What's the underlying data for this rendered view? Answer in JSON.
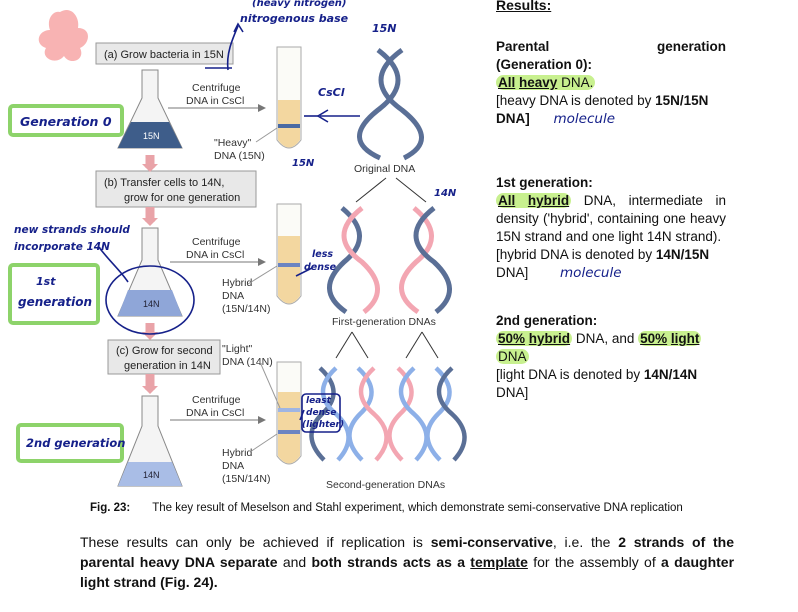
{
  "results": {
    "heading": "Results:",
    "gen0": {
      "title_a": "Parental",
      "title_b": "generation",
      "title_c": "(Generation 0):",
      "line_all": "All",
      "line_heavy": "heavy",
      "line_rest": "DNA.",
      "note_a": "[heavy DNA is denoted by",
      "note_b": "15N/15N",
      "note_c": "DNA]",
      "handwritten": "molecule"
    },
    "gen1": {
      "title": "1st generation:",
      "line_all": "All",
      "line_hybrid": "hybrid",
      "line_rest": "DNA, intermediate in density ('hybrid', containing one heavy 15N strand and one light 14N strand).",
      "note_a": "[hybrid DNA is denoted by",
      "note_b": "14N/15N",
      "note_c": "DNA]",
      "handwritten": "molecule"
    },
    "gen2": {
      "title": "2nd generation:",
      "pct1": "50%",
      "hybrid": "hybrid",
      "mid": "DNA, and",
      "pct2": "50%",
      "light": "light",
      "tail": "DNA",
      "note_a": "[light DNA is denoted by",
      "note_b": "14N/14N",
      "note_c": "DNA]"
    }
  },
  "figure": {
    "step_a": "(a) Grow bacteria in 15N",
    "step_b_1": "(b) Transfer cells to 14N,",
    "step_b_2": "grow for one generation",
    "step_c_1": "(c) Grow for second",
    "step_c_2": "generation in 14N",
    "centrifuge_1": "Centrifuge",
    "centrifuge_2": "DNA in CsCl",
    "heavy_1": "\"Heavy\"",
    "heavy_2": "DNA (15N)",
    "hybrid_1": "Hybrid",
    "hybrid_2": "DNA",
    "hybrid_3": "(15N/14N)",
    "light_1": "\"Light\"",
    "light_2": "DNA (14N)",
    "flask_15n": "15N",
    "flask_14n": "14N",
    "original_dna": "Original DNA",
    "first_gen": "First-generation DNAs",
    "second_gen": "Second-generation DNAs"
  },
  "annotations": {
    "nitrogen_top": "(heavy nitrogen)",
    "nitrogenous_base": "nitrogenous base",
    "n15_right": "15N",
    "cscl": "CsCl",
    "gen0_box": "Generation 0",
    "new_strands_1": "new strands should",
    "new_strands_2": "incorporate 14N",
    "gen1_box_1": "1st",
    "gen1_box_2": "generation",
    "less_dense_1": "less",
    "less_dense_2": "dense",
    "least_dense_1": "least",
    "least_dense_2": "dense",
    "least_dense_3": "(lighter)",
    "gen2_box": "2nd generation",
    "n15_tube": "15N",
    "n14_dna": "14N"
  },
  "caption": {
    "label": "Fig. 23:",
    "text": "The key result of Meselson and Stahl experiment, which demonstrate semi-conservative DNA replication"
  },
  "body": {
    "t1": "These results can only be achieved if replication is",
    "b1": "semi-conservative",
    "t2": ", i.e. the",
    "b2": "2 strands of the parental heavy DNA separate",
    "t3": "and",
    "b3": "both strands acts as a",
    "u1": "template",
    "t4": "for the assembly of",
    "b4": "a daughter light strand",
    "b5": "(Fig. 24)."
  }
}
